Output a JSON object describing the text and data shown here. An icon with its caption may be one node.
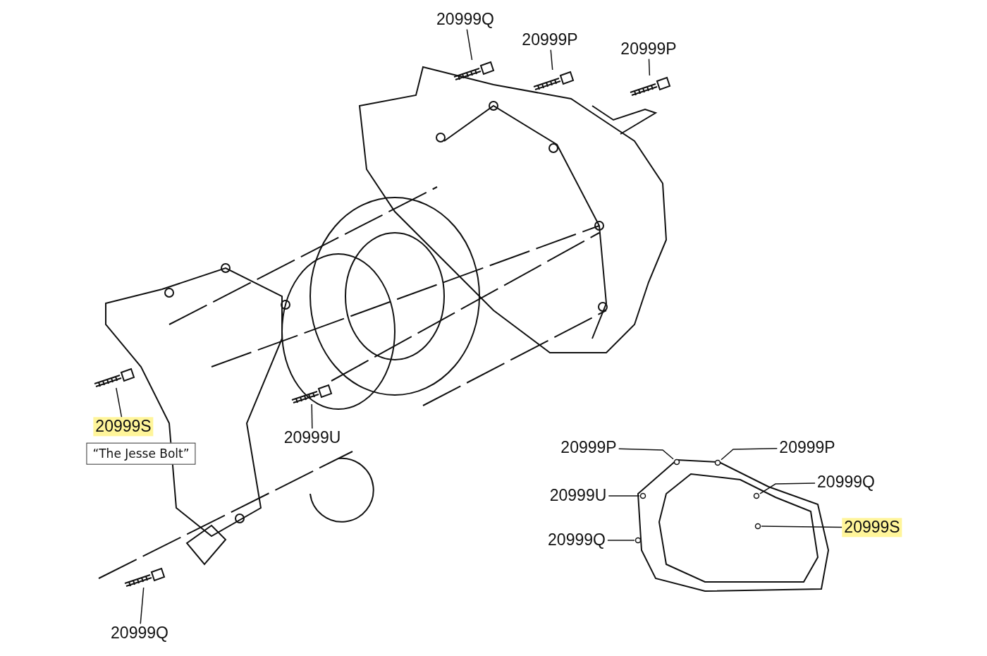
{
  "diagram": {
    "nodes": [
      {
        "text": [
          "20999Q"
        ]
      },
      {
        "text": [
          "20999P"
        ]
      },
      {
        "text": [
          "20999P"
        ]
      },
      {
        "text": [
          "20999S"
        ]
      },
      {
        "text": [
          "20999U"
        ]
      },
      {
        "text": [
          "20999P"
        ]
      },
      {
        "text": [
          "20999P"
        ]
      },
      {
        "text": [
          "“The Jesse Bolt”"
        ]
      },
      {
        "text": [
          "20999Q"
        ]
      },
      {
        "text": [
          "20999U"
        ]
      },
      {
        "text": [
          "20999S"
        ]
      },
      {
        "text": [
          "20999Q"
        ]
      },
      {
        "text": [
          "20999Q"
        ]
      },
      {
        "text": [],
        "shape": "picture"
      },
      {
        "text": [],
        "shape": "picture"
      },
      {
        "text": [],
        "shape": "picture"
      },
      {
        "text": [],
        "shape": "picture"
      },
      {
        "text": [],
        "shape": "picture"
      },
      {
        "text": [],
        "shape": "picture"
      },
      {
        "text": [],
        "shape": "circle"
      },
      {
        "text": [],
        "shape": "circle"
      },
      {
        "text": [],
        "shape": "circle"
      },
      {
        "text": [],
        "shape": "circle"
      },
      {
        "text": [],
        "shape": "circle"
      },
      {
        "text": [],
        "shape": "circle"
      }
    ],
    "edges": [
      {
        "from": 0,
        "to": 13,
        "arrow": "none"
      },
      {
        "from": 1,
        "to": 14,
        "arrow": "none"
      },
      {
        "from": 2,
        "to": 15,
        "arrow": "none"
      },
      {
        "from": 3,
        "to": 16,
        "arrow": "none"
      },
      {
        "from": 4,
        "to": 17,
        "arrow": "none"
      },
      {
        "from": 5,
        "to": 19,
        "arrow": "none"
      },
      {
        "from": 6,
        "to": 20,
        "arrow": "none"
      },
      {
        "from": 8,
        "to": 21,
        "arrow": "none"
      },
      {
        "from": 9,
        "to": 22,
        "arrow": "none"
      },
      {
        "from": 10,
        "to": 23,
        "arrow": "none"
      },
      {
        "from": 11,
        "to": 24,
        "arrow": "none"
      },
      {
        "from": 12,
        "to": 18,
        "arrow": "none"
      }
    ]
  }
}
